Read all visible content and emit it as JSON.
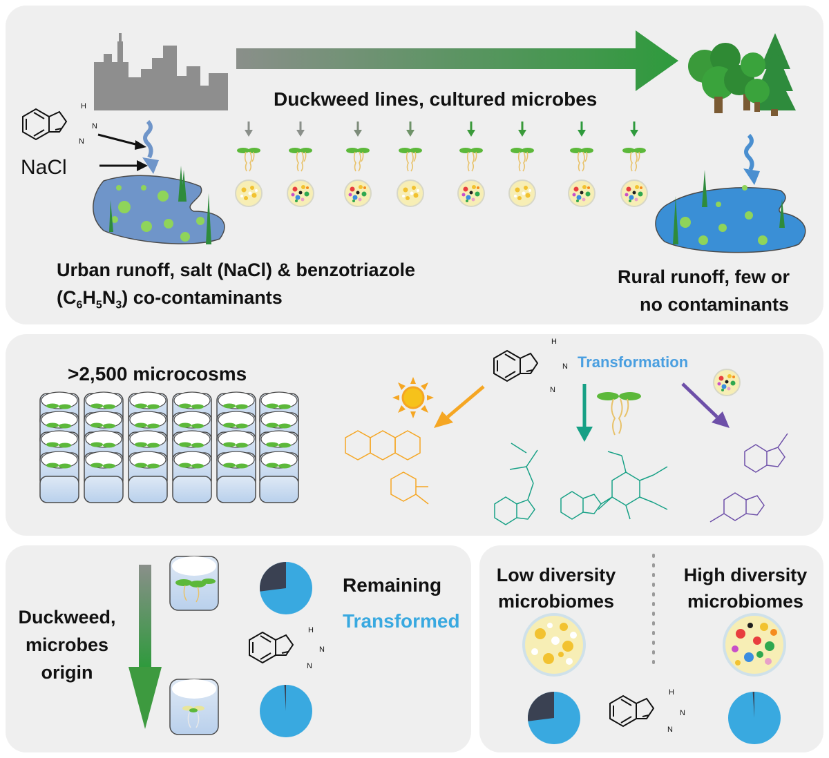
{
  "colors": {
    "panel_bg": "#efefef",
    "water_urban": "#6f95c9",
    "water_rural": "#3a8fd6",
    "duckweed_green": "#5cb83a",
    "flow_green": "#3d9a3f",
    "transformed_blue": "#39a9e0",
    "remaining_dark": "#3a4152",
    "sunlight_orange": "#f5a623",
    "plant_teal": "#16a085",
    "microbe_purple": "#6d4fa8",
    "transformation_label": "#4a9fe0"
  },
  "panel_top": {
    "chem_label": "NaCl",
    "center_title": "Duckweed lines, cultured microbes",
    "urban_caption_line1": "Urban runoff, salt (NaCl) & benzotriazole",
    "urban_caption_line2_pre": "(C",
    "urban_caption_sub1": "6",
    "urban_caption_h": "H",
    "urban_caption_sub2": "5",
    "urban_caption_n": "N",
    "urban_caption_sub3": "3",
    "urban_caption_line2_post": ") co-contaminants",
    "rural_caption_line1": "Rural runoff, few or",
    "rural_caption_line2": "no contaminants",
    "nh_label": "H",
    "n_label": "N"
  },
  "panel_middle": {
    "microcosm_title": ">2,500 microcosms",
    "transformation_label": "Transformation"
  },
  "panel_bottom_left": {
    "origin_line1": "Duckweed,",
    "origin_line2": "microbes",
    "origin_line3": "origin",
    "legend_remaining": "Remaining",
    "legend_transformed": "Transformed",
    "pie_upper_remaining_fraction": 0.27,
    "pie_lower_remaining_fraction": 0.01
  },
  "panel_bottom_right": {
    "low_line1": "Low diversity",
    "low_line2": "microbiomes",
    "high_line1": "High diversity",
    "high_line2": "microbiomes",
    "pie_low_remaining_fraction": 0.27,
    "pie_high_remaining_fraction": 0.01
  }
}
